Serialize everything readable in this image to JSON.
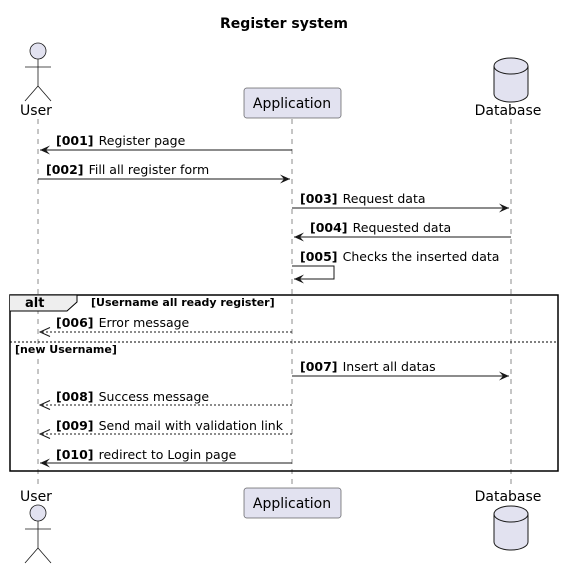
{
  "title": "Register system",
  "participants": {
    "user": {
      "label": "User",
      "kind": "actor"
    },
    "application": {
      "label": "Application",
      "kind": "box"
    },
    "database": {
      "label": "Database",
      "kind": "database"
    }
  },
  "messages": [
    {
      "num": "[001]",
      "text": "Register page",
      "from": "application",
      "to": "user",
      "style": "solid"
    },
    {
      "num": "[002]",
      "text": "Fill all register form",
      "from": "user",
      "to": "application",
      "style": "solid"
    },
    {
      "num": "[003]",
      "text": "Request data",
      "from": "application",
      "to": "database",
      "style": "solid"
    },
    {
      "num": "[004]",
      "text": "Requested data",
      "from": "database",
      "to": "application",
      "style": "solid"
    },
    {
      "num": "[005]",
      "text": "Checks the inserted data",
      "from": "application",
      "to": "application",
      "style": "solid"
    },
    {
      "num": "[006]",
      "text": "Error message",
      "from": "application",
      "to": "user",
      "style": "dashed"
    },
    {
      "num": "[007]",
      "text": "Insert all datas",
      "from": "application",
      "to": "database",
      "style": "solid"
    },
    {
      "num": "[008]",
      "text": "Success message",
      "from": "application",
      "to": "user",
      "style": "dashed"
    },
    {
      "num": "[009]",
      "text": "Send mail with validation link",
      "from": "application",
      "to": "user",
      "style": "dashed"
    },
    {
      "num": "[010]",
      "text": "redirect to Login page",
      "from": "application",
      "to": "user",
      "style": "solid"
    }
  ],
  "fragment": {
    "label": "alt",
    "guard1": "[Username all ready register]",
    "guard2": "[new Username]"
  },
  "colors": {
    "participant_fill": "#e2e2f0",
    "participant_stroke": "#181818",
    "line": "#181818",
    "lifeline": "#181818"
  }
}
